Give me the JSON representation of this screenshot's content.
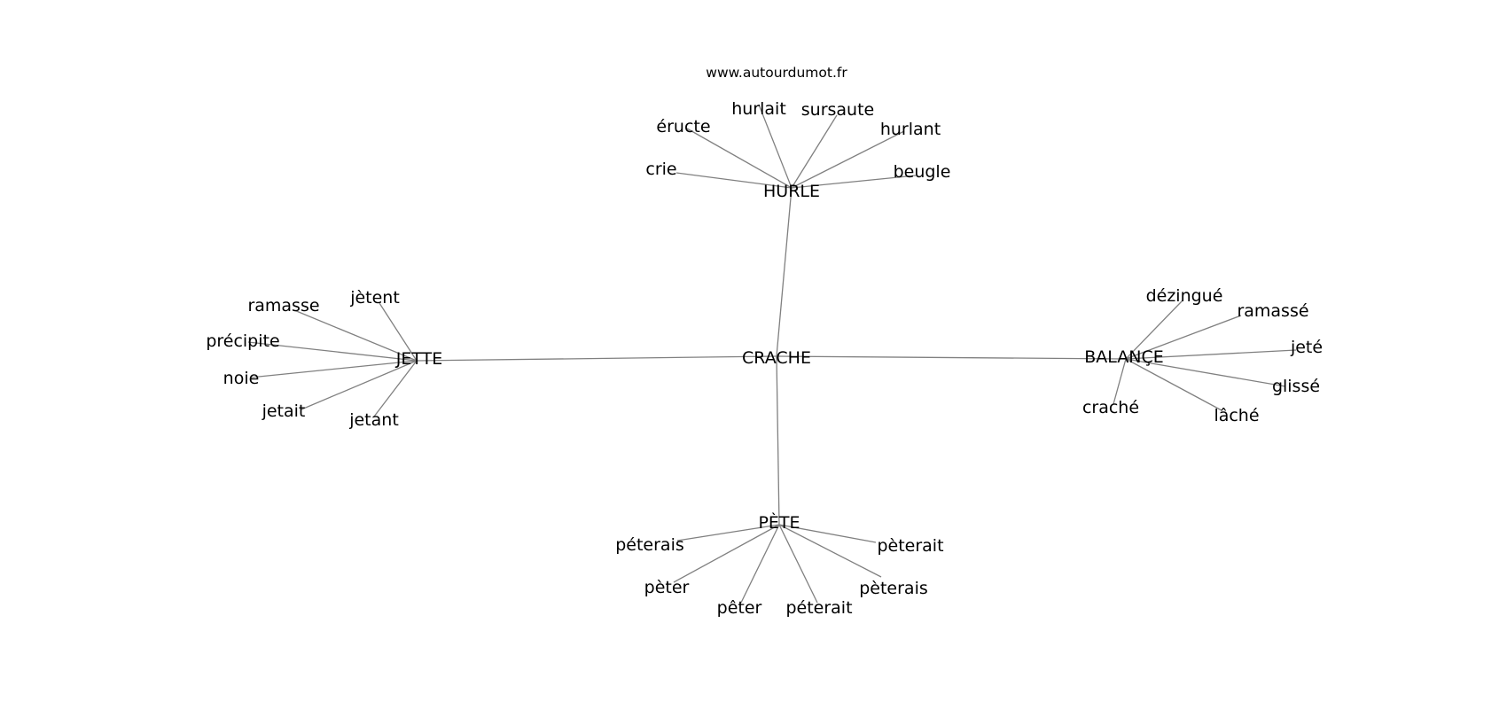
{
  "site_label": "www.autourdumot.fr",
  "graph": {
    "center": "CRACHE",
    "hubs": [
      {
        "key": "hurle",
        "label": "HURLE",
        "leaves": [
          "crie",
          "éructe",
          "hurlait",
          "sursaute",
          "hurlant",
          "beugle"
        ]
      },
      {
        "key": "jette",
        "label": "JETTE",
        "leaves": [
          "ramasse",
          "jètent",
          "précipite",
          "noie",
          "jetait",
          "jetant"
        ]
      },
      {
        "key": "balance",
        "label": "BALANÇE",
        "leaves": [
          "dézingué",
          "ramassé",
          "jeté",
          "glissé",
          "lâché",
          "craché"
        ]
      },
      {
        "key": "pete",
        "label": "PÈTE",
        "leaves": [
          "péterais",
          "pèter",
          "pêter",
          "péterait",
          "pèterais",
          "pèterait"
        ]
      }
    ]
  }
}
